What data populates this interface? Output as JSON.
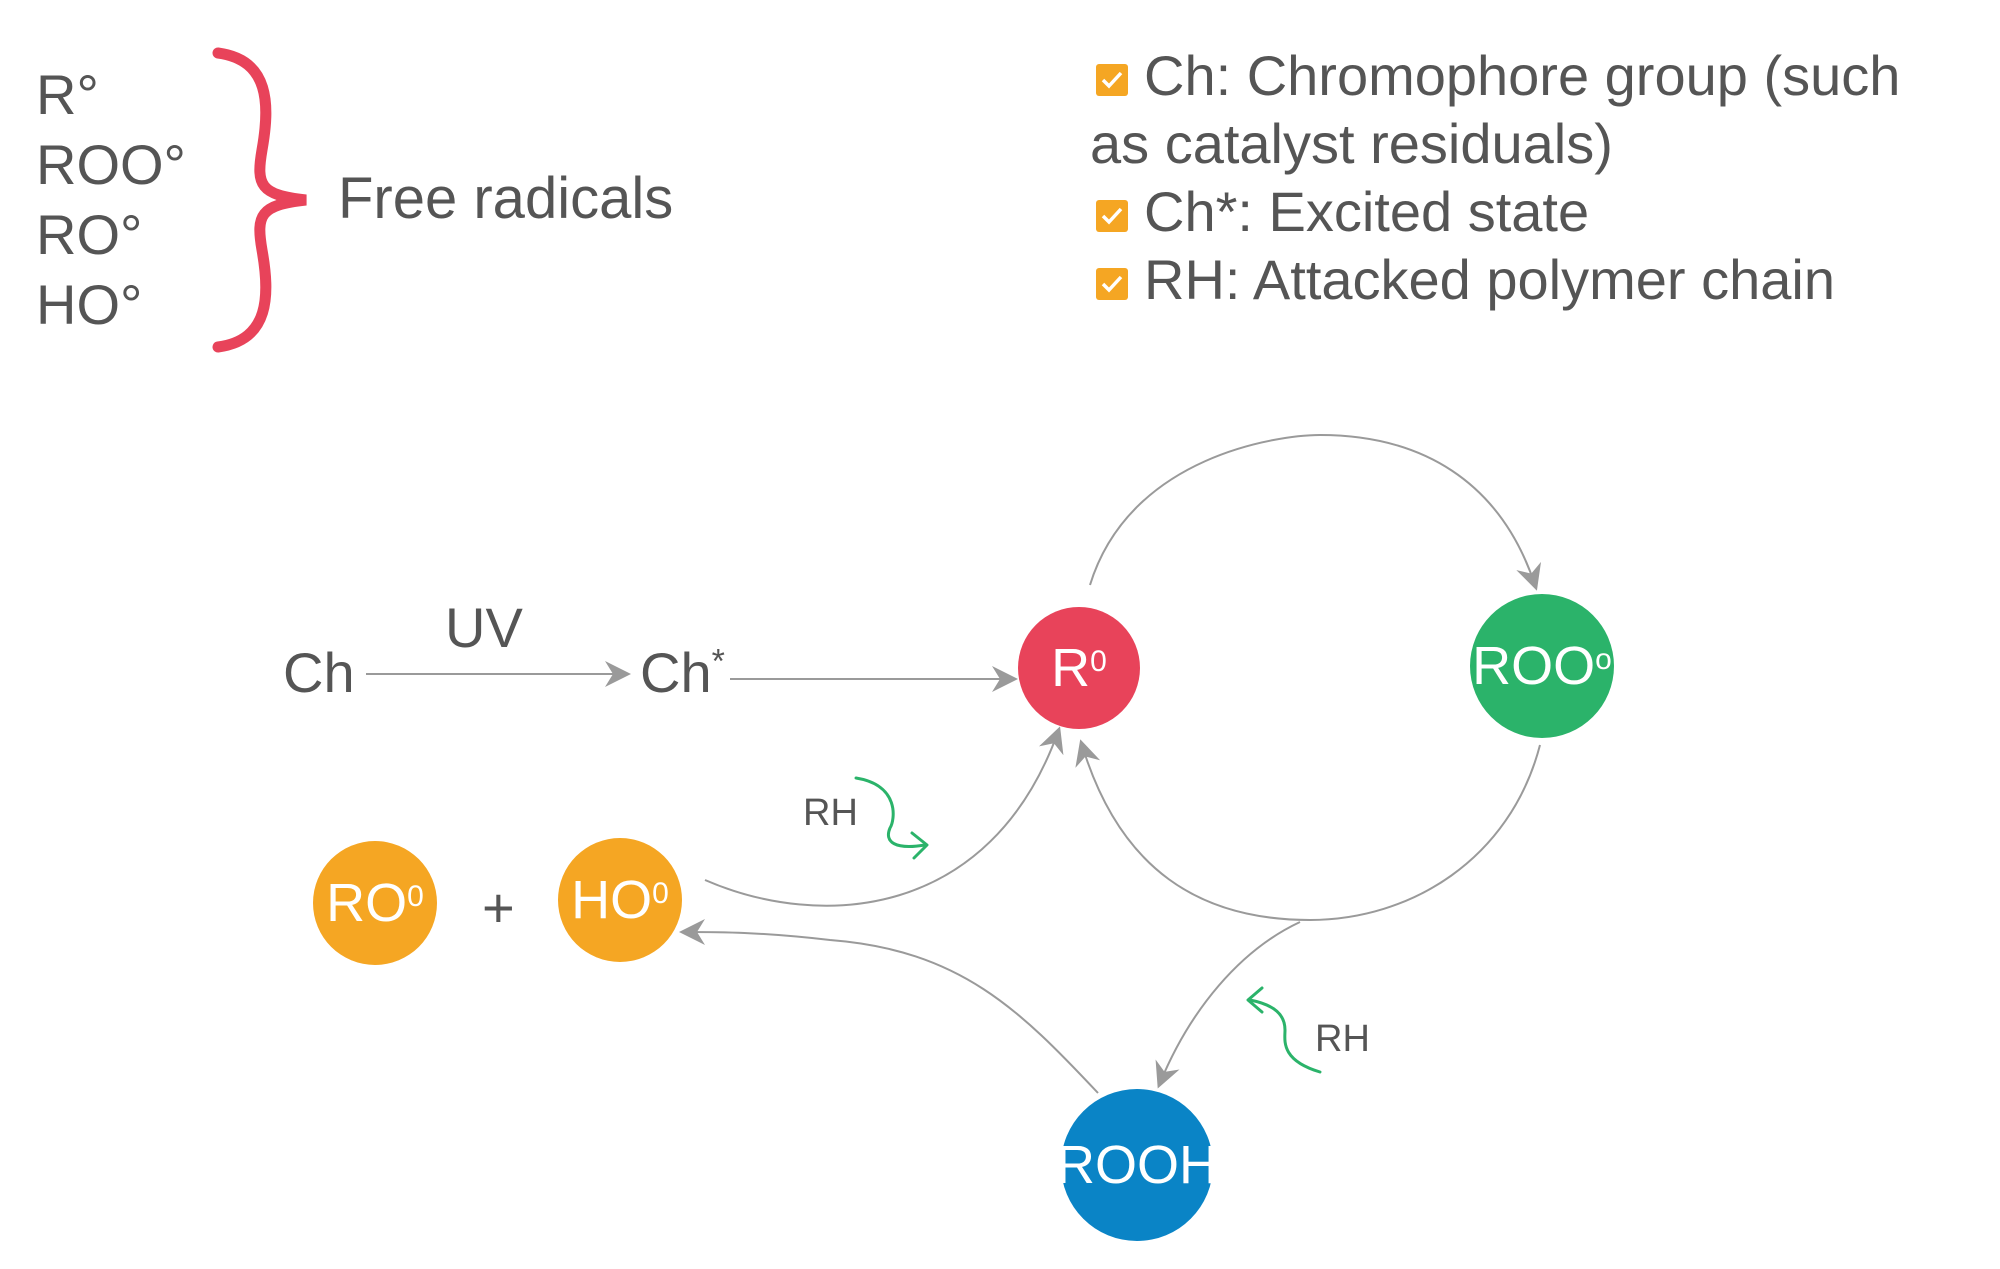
{
  "radicals": {
    "items": [
      "R°",
      "ROO°",
      "RO°",
      "HO°"
    ],
    "group_label": "Free radicals",
    "brace_color": "#e8435a"
  },
  "legend": {
    "items": [
      {
        "text_line1": "Ch: Chromophore group (such",
        "text_line2": "as catalyst residuals)"
      },
      {
        "text_line1": "Ch*: Excited state"
      },
      {
        "text_line1": "RH: Attacked polymer chain"
      }
    ],
    "check_color": "#f5a623"
  },
  "reaction": {
    "ch": "Ch",
    "uv": "UV",
    "ch_star_base": "Ch",
    "ch_star_sup": "*",
    "plus": "+",
    "rh_left": "RH",
    "rh_right": "RH"
  },
  "nodes": {
    "r": {
      "base": "R",
      "sup": "0",
      "color": "#e8435a"
    },
    "roo": {
      "base": "ROO",
      "sup": "o",
      "color": "#2bb36a"
    },
    "rooh": {
      "base": "ROOH",
      "color": "#0a84c6"
    },
    "ro": {
      "base": "RO",
      "sup": "0",
      "color": "#f5a623"
    },
    "ho": {
      "base": "HO",
      "sup": "0",
      "color": "#f5a623"
    }
  },
  "colors": {
    "arrow": "#9a9a9a",
    "rh_arrow": "#2bb36a",
    "text": "#555555"
  }
}
